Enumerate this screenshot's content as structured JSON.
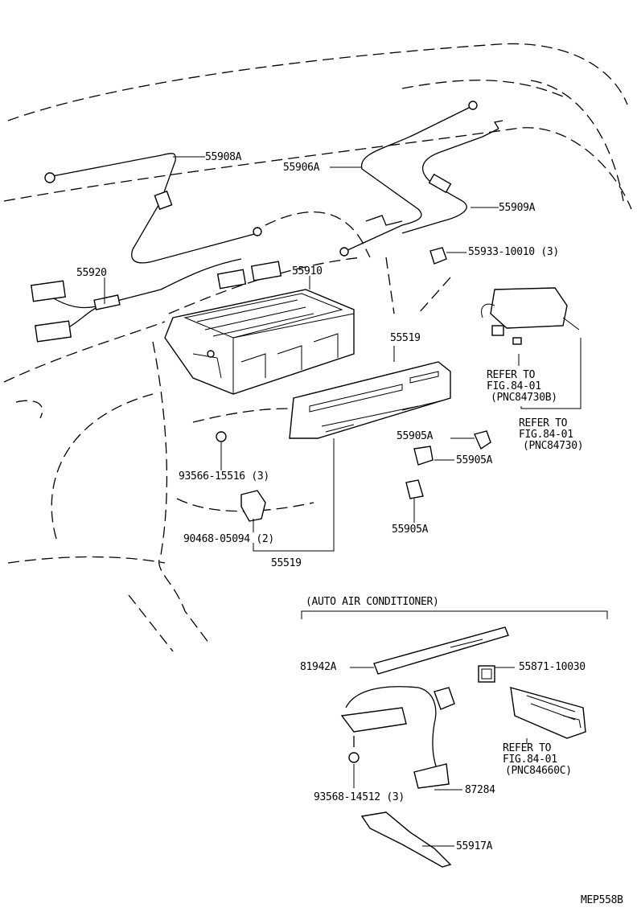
{
  "labels": {
    "p55908A": "55908A",
    "p55906A": "55906A",
    "p55909A": "55909A",
    "p55920": "55920",
    "p55910": "55910",
    "p55933": "55933-10010 (3)",
    "p55519a": "55519",
    "refer1a": "REFER TO",
    "refer1b": "FIG.84-01",
    "refer1c": "(PNC84730B)",
    "refer2a": "REFER TO",
    "refer2b": "FIG.84-01",
    "refer2c": "(PNC84730)",
    "p55905A_1": "55905A",
    "p55905A_2": "55905A",
    "p55905A_3": "55905A",
    "p93566": "93566-15516 (3)",
    "p90468": "90468-05094 (2)",
    "p55519b": "55519",
    "auto_ac": "(AUTO AIR CONDITIONER)",
    "p81942A": "81942A",
    "p55871": "55871-10030",
    "refer3a": "REFER TO",
    "refer3b": "FIG.84-01",
    "refer3c": "(PNC84660C)",
    "p93568": "93568-14512 (3)",
    "p87284": "87284",
    "p55917A": "55917A",
    "code": "MEP558B"
  }
}
